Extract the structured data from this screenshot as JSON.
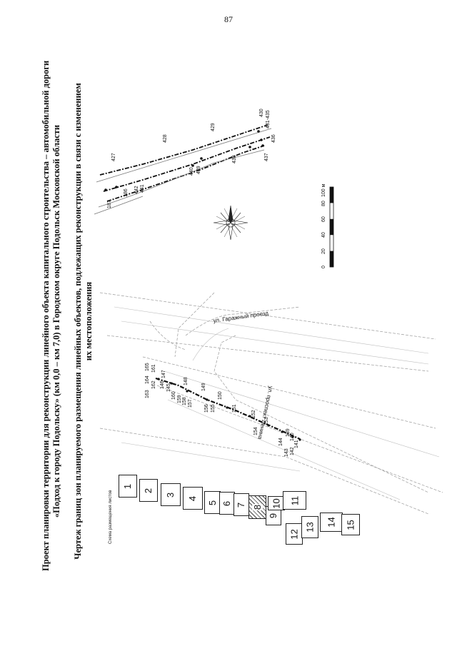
{
  "page_number": "87",
  "title": {
    "line1": "Проект планировки территории для реконструкции линейного объекта капитального строительства – автомобильной дороги",
    "line2": "«Подход к городу Подольску» (км 0,0 – км 7,0) в Городском округе Подольск Московской области",
    "line3": "Чертеж границ зон планируемого размещения линейных объектов, подлежащих реконструкции в связи с изменением",
    "line4": "их местоположения"
  },
  "sheet_layout": {
    "label": "Схема размещения листов",
    "tiles": [
      "1",
      "2",
      "3",
      "4",
      "5",
      "6",
      "7",
      "8",
      "9",
      "10",
      "11",
      "12",
      "13",
      "14",
      "15"
    ],
    "highlighted_tile": "8"
  },
  "streets": {
    "garage": "ул. Гаражный проезд",
    "lenin": "ул. проспект Ленина"
  },
  "scale_bar": {
    "ticks": [
      "0",
      "20",
      "40",
      "60",
      "80",
      "100 м"
    ]
  },
  "point_labels_left": [
    "163",
    "164",
    "165",
    "161",
    "162",
    "146",
    "147",
    "145",
    "160",
    "148",
    "159",
    "158",
    "157",
    "149",
    "150",
    "155",
    "156",
    "151",
    "152",
    "153",
    "154",
    "139",
    "140",
    "144",
    "141",
    "142",
    "143"
  ],
  "point_labels_right": [
    "187",
    "186",
    "442",
    "441",
    "427",
    "428",
    "440",
    "439",
    "429",
    "438",
    "437",
    "436",
    "430",
    "431-435"
  ]
}
